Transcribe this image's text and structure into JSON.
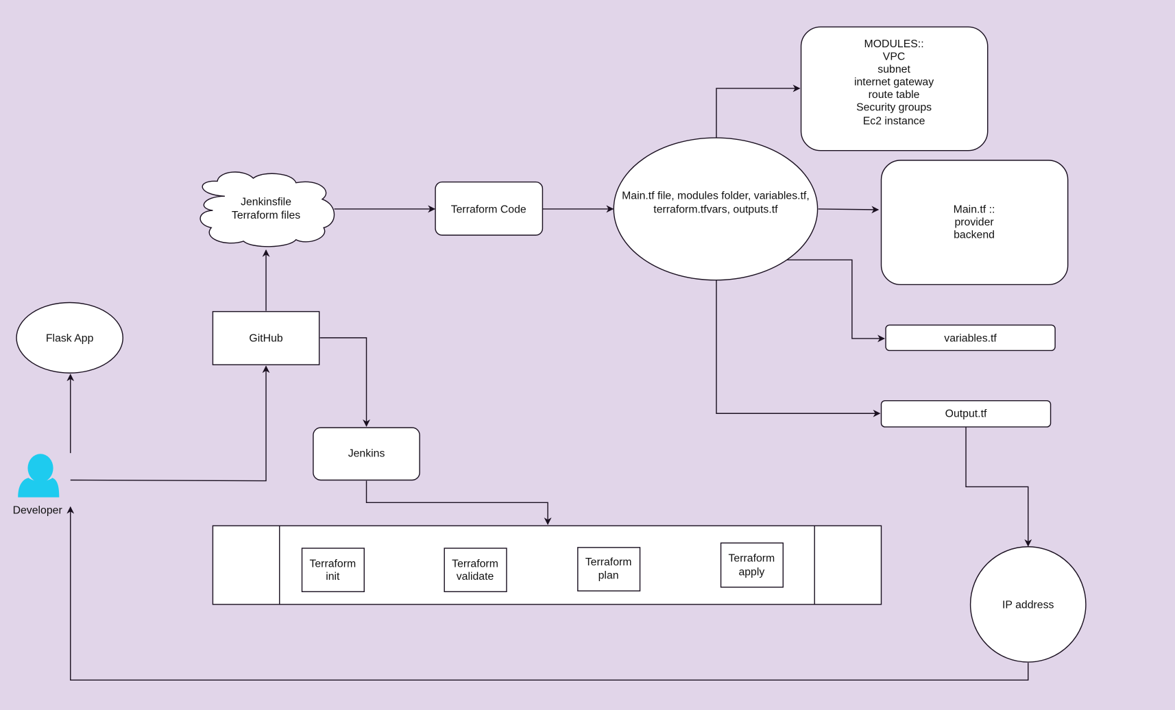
{
  "diagram": {
    "background": "#e1d5e9",
    "accent_person_color": "#1ecbef",
    "nodes": {
      "flask_app": {
        "lines": [
          "Flask App"
        ],
        "shape": "ellipse"
      },
      "github": {
        "lines": [
          "GitHub"
        ],
        "shape": "rectangle"
      },
      "cloud": {
        "lines": [
          "Jenkinsfile",
          "Terraform files"
        ],
        "shape": "cloud"
      },
      "terraform_code": {
        "lines": [
          "Terraform Code"
        ],
        "shape": "rounded-rectangle"
      },
      "main_ellipse": {
        "lines": [
          "Main.tf file, modules folder, variables.tf,",
          "terraform.tfvars, outputs.tf"
        ],
        "shape": "ellipse"
      },
      "modules": {
        "lines": [
          "MODULES::",
          "VPC",
          "subnet",
          "internet gateway",
          "route table",
          "Security groups",
          "Ec2 instance"
        ],
        "shape": "rounded-rectangle"
      },
      "main_tf": {
        "lines": [
          "Main.tf ::",
          "provider",
          "backend"
        ],
        "shape": "rounded-rectangle"
      },
      "variables_tf": {
        "lines": [
          "variables.tf"
        ],
        "shape": "rounded-rectangle"
      },
      "output_tf": {
        "lines": [
          "Output.tf"
        ],
        "shape": "rounded-rectangle"
      },
      "jenkins": {
        "lines": [
          "Jenkins"
        ],
        "shape": "rounded-rectangle"
      },
      "ip_address": {
        "lines": [
          "IP address"
        ],
        "shape": "circle"
      },
      "developer": {
        "lines": [
          "Developer"
        ],
        "shape": "actor",
        "icon": "person-icon"
      }
    },
    "pipeline": {
      "stages": [
        {
          "lines": [
            "Terraform",
            "init"
          ]
        },
        {
          "lines": [
            "Terraform",
            "validate"
          ]
        },
        {
          "lines": [
            "Terraform",
            "plan"
          ]
        },
        {
          "lines": [
            "Terraform",
            "apply"
          ]
        }
      ]
    },
    "edges": [
      {
        "from": "developer",
        "to": "flask_app"
      },
      {
        "from": "developer",
        "to": "github"
      },
      {
        "from": "github",
        "to": "cloud"
      },
      {
        "from": "github",
        "to": "jenkins"
      },
      {
        "from": "cloud",
        "to": "terraform_code"
      },
      {
        "from": "terraform_code",
        "to": "main_ellipse"
      },
      {
        "from": "main_ellipse",
        "to": "modules"
      },
      {
        "from": "main_ellipse",
        "to": "main_tf"
      },
      {
        "from": "main_ellipse",
        "to": "variables_tf"
      },
      {
        "from": "main_ellipse",
        "to": "output_tf"
      },
      {
        "from": "jenkins",
        "to": "pipeline"
      },
      {
        "from": "output_tf",
        "to": "ip_address"
      },
      {
        "from": "ip_address",
        "to": "developer"
      }
    ]
  }
}
